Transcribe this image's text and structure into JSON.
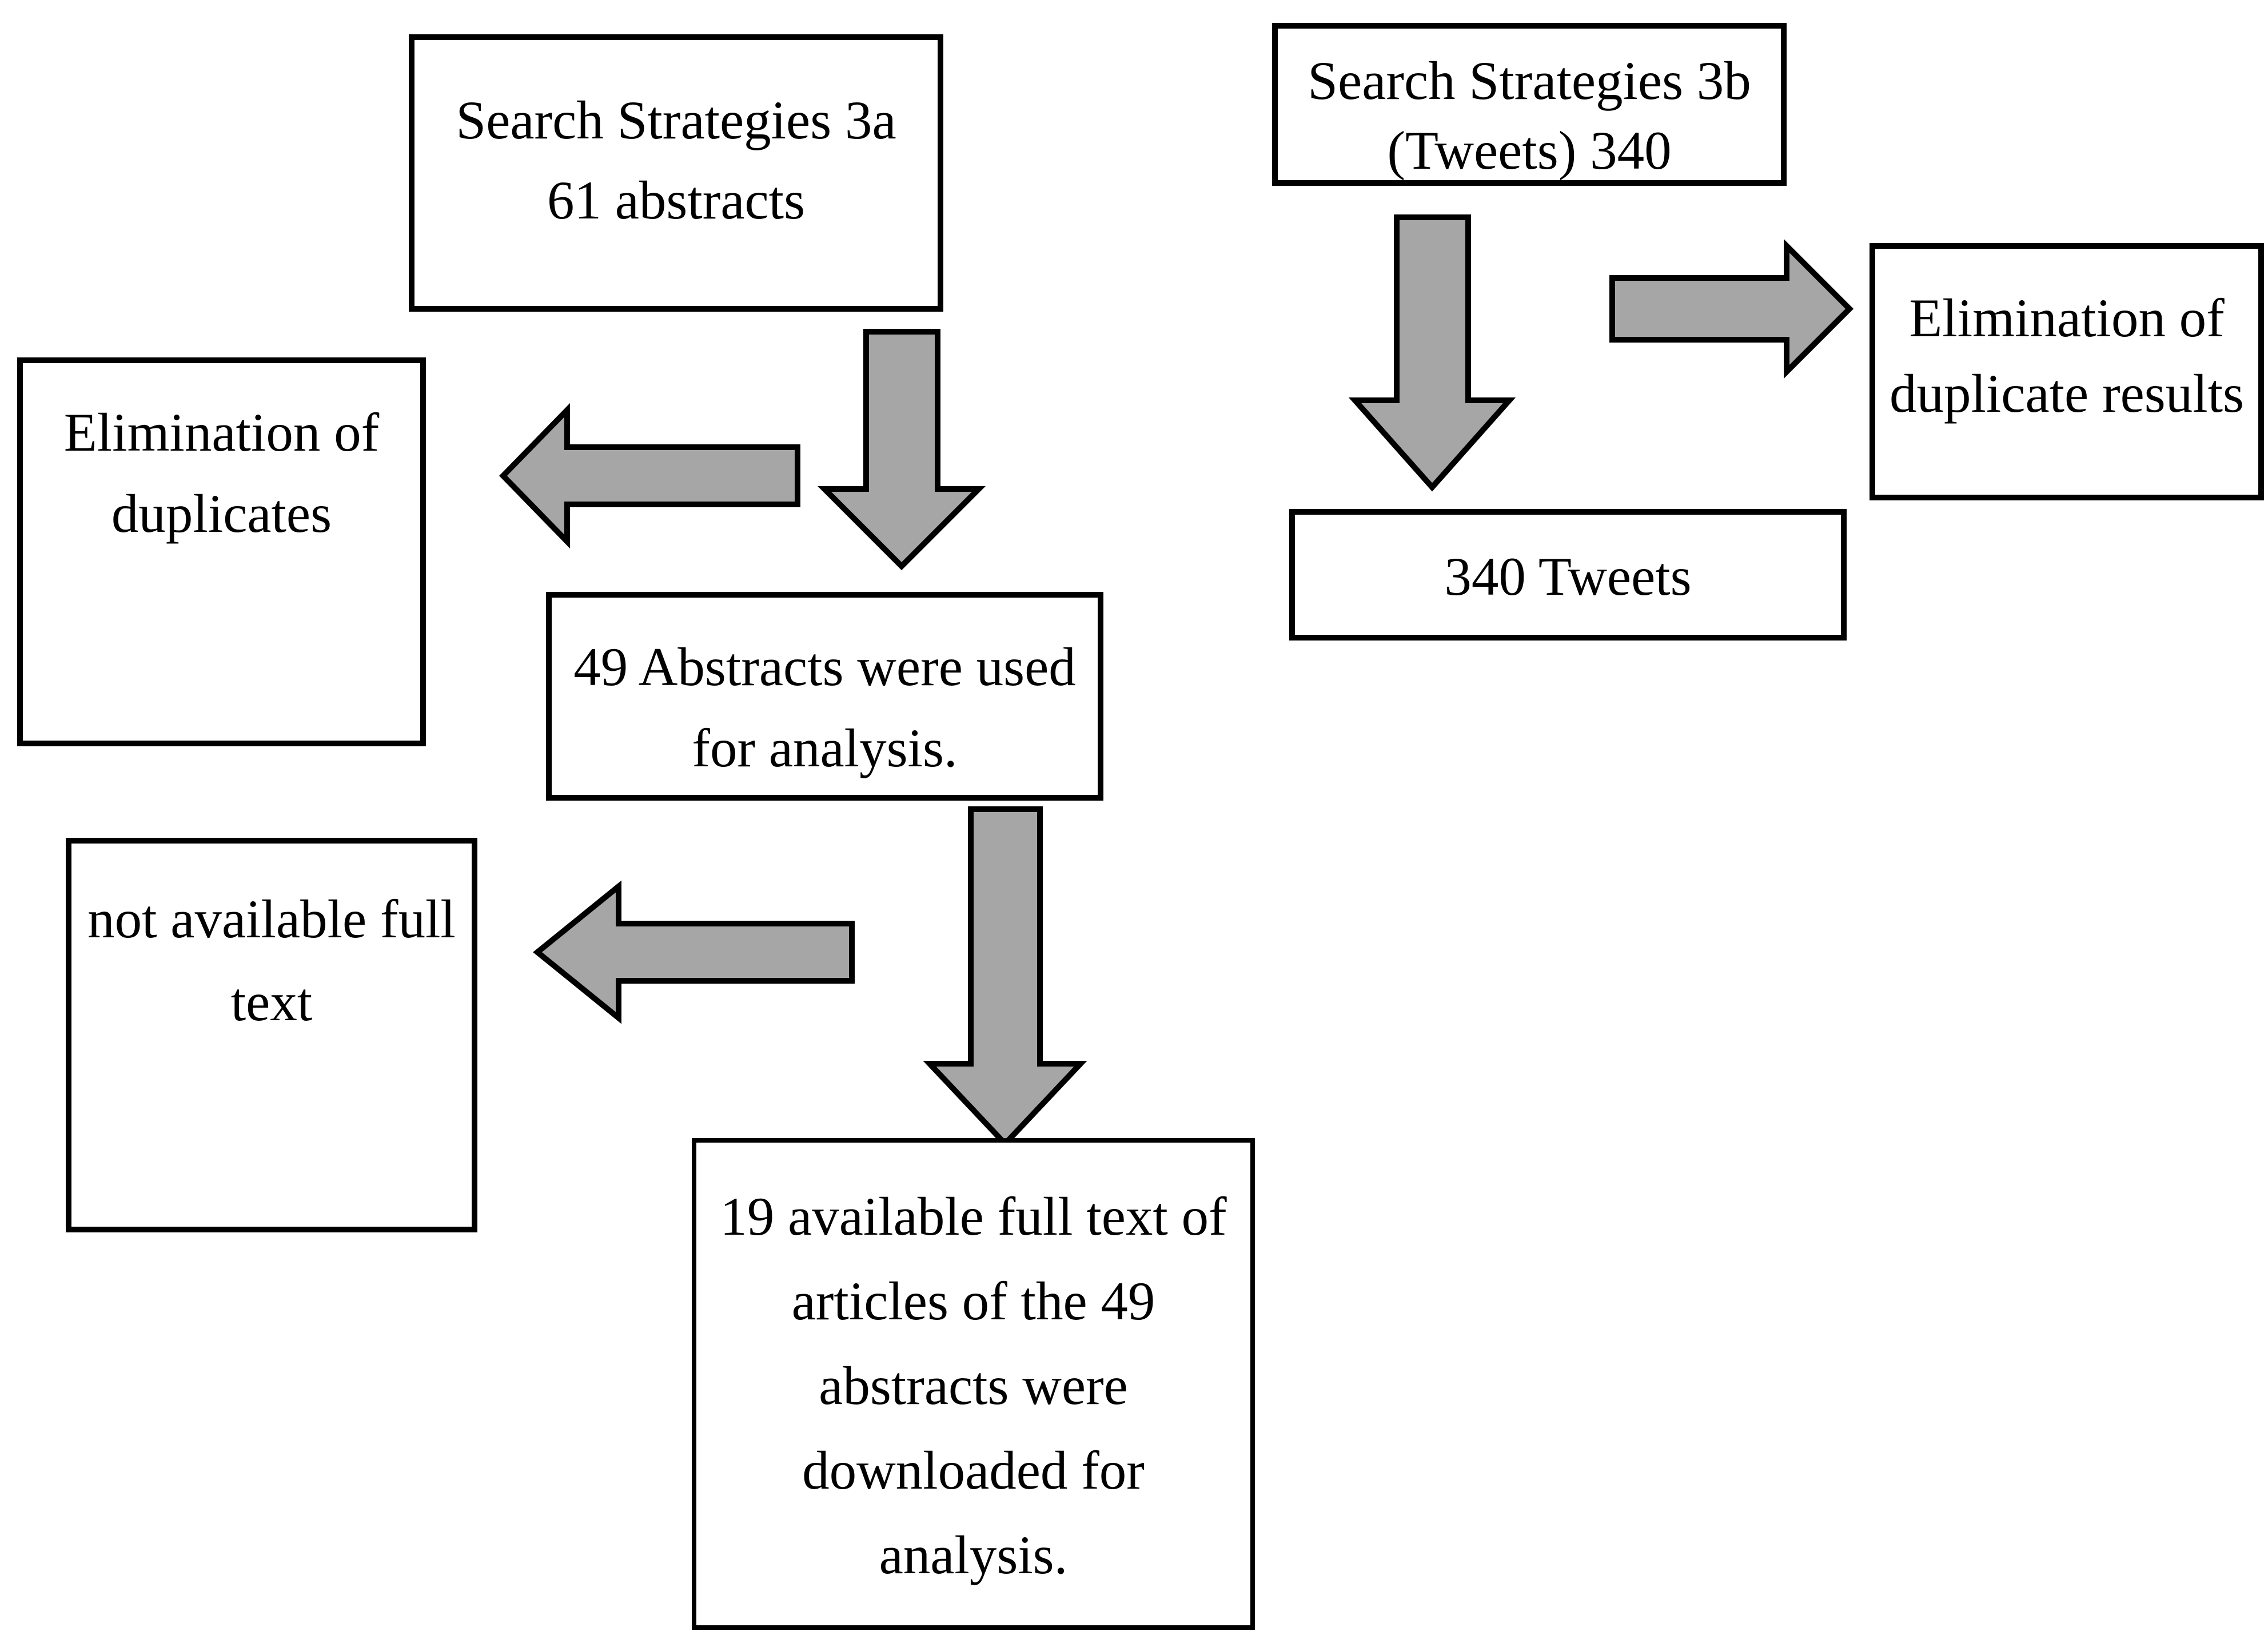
{
  "figure": {
    "type": "flowchart",
    "description": "Screening flow of search strategies 3a (abstracts) and 3b (tweets)"
  },
  "colors": {
    "background": "#ffffff",
    "box-border": "#000000",
    "text": "#000000",
    "arrow-fill": "#a6a6a6",
    "arrow-stroke": "#000000"
  },
  "boxes": {
    "search_strategies_3a": {
      "line1": "Search Strategies 3a",
      "line2": "61 abstracts"
    },
    "search_strategies_3b": {
      "line1": "Search Strategies 3b",
      "line2": "(Tweets) 340"
    },
    "elimination_duplicate_results": {
      "line1": "Elimination of",
      "line2": "duplicate results"
    },
    "elimination_duplicates": {
      "line1": "Elimination of",
      "line2": "duplicates"
    },
    "abstracts_used": {
      "line1": "49 Abstracts were used",
      "line2": "for analysis."
    },
    "tweets": {
      "line1": "340 Tweets"
    },
    "not_available_full_text": {
      "line1": "not available full",
      "line2": "text"
    },
    "full_text_downloaded": {
      "line1": "19 available full text of",
      "line2": "articles of the 49",
      "line3": "abstracts were",
      "line4": "downloaded for",
      "line5": "analysis."
    }
  },
  "arrows": [
    {
      "direction": "down",
      "from": "search_strategies_3a",
      "to": "abstracts_used"
    },
    {
      "direction": "left",
      "from": "search_strategies_3a",
      "to": "elimination_duplicates"
    },
    {
      "direction": "down",
      "from": "search_strategies_3b",
      "to": "tweets"
    },
    {
      "direction": "right",
      "from": "search_strategies_3b",
      "to": "elimination_duplicate_results"
    },
    {
      "direction": "down",
      "from": "abstracts_used",
      "to": "full_text_downloaded"
    },
    {
      "direction": "left",
      "from": "abstracts_used",
      "to": "not_available_full_text"
    }
  ]
}
